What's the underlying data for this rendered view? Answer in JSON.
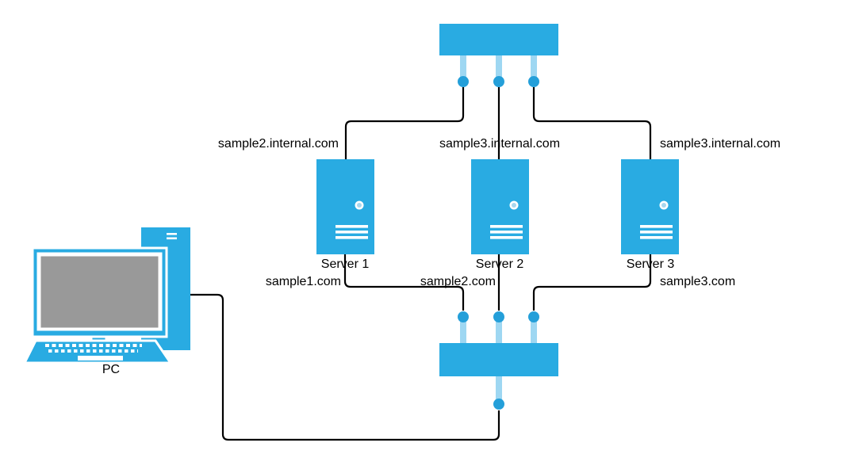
{
  "colors": {
    "node_blue": "#29abe2",
    "stub_blue": "#9ed7f2",
    "dot_blue": "#249fd9",
    "screen_gray": "#999999",
    "edge_black": "#000000"
  },
  "nodes": {
    "top_switch": {
      "type": "switch"
    },
    "bottom_switch": {
      "type": "switch"
    },
    "servers": [
      {
        "label": "Server 1"
      },
      {
        "label": "Server 2"
      },
      {
        "label": "Server 3"
      }
    ],
    "pc": {
      "label": "PC"
    }
  },
  "labels": {
    "internal": [
      "sample2.internal.com",
      "sample3.internal.com",
      "sample3.internal.com"
    ],
    "external": [
      "sample1.com",
      "sample2.com",
      "sample3.com"
    ]
  }
}
